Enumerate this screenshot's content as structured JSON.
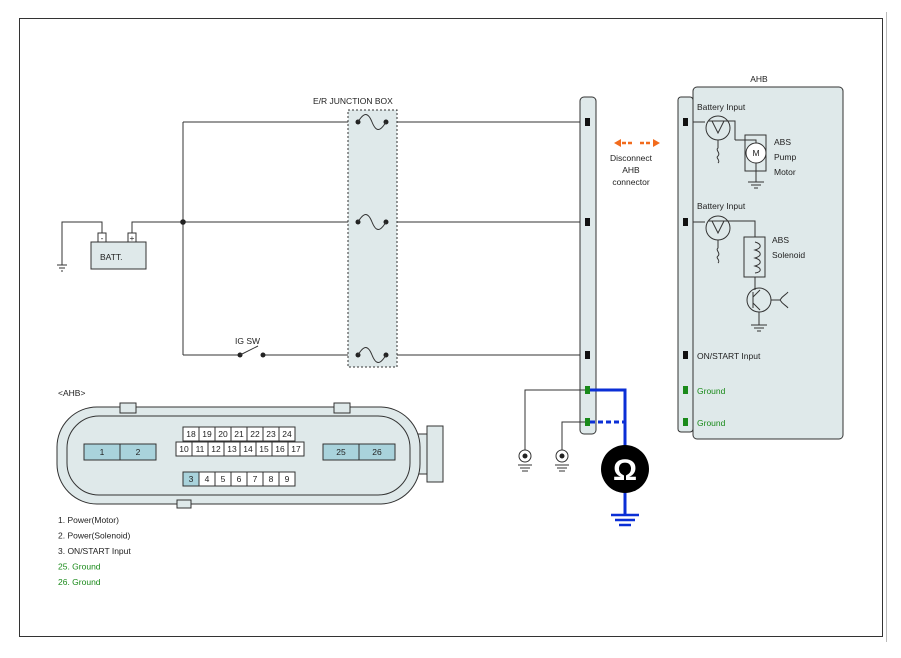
{
  "diagram": {
    "junction_box_label": "E/R JUNCTION BOX",
    "battery_label": "BATT.",
    "battery_neg": "-",
    "battery_pos": "+",
    "ig_sw_label": "IG SW",
    "disconnect_note": [
      "Disconnect",
      "AHB",
      "connector"
    ],
    "ahb_box": {
      "title": "AHB",
      "battery_input_1": "Battery Input",
      "battery_input_2": "Battery Input",
      "abs_pump_motor": [
        "ABS",
        "Pump",
        "Motor"
      ],
      "motor_symbol": "M",
      "abs_solenoid": [
        "ABS",
        "Solenoid"
      ],
      "on_start_input": "ON/START Input",
      "ground_1": "Ground",
      "ground_2": "Ground"
    },
    "ohm_symbol": "Ω",
    "colors": {
      "accent_orange": "#f26b1d",
      "probe_blue": "#0b2fd6",
      "ground_green": "#1a8a1a",
      "panel_fill": "#dfe9ea"
    }
  },
  "connector": {
    "title": "<AHB>",
    "top_row": [
      "18",
      "19",
      "20",
      "21",
      "22",
      "23",
      "24"
    ],
    "mid_row": [
      "10",
      "11",
      "12",
      "13",
      "14",
      "15",
      "16",
      "17"
    ],
    "bottom_row": [
      "3",
      "4",
      "5",
      "6",
      "7",
      "8",
      "9"
    ],
    "left_pins": [
      "1",
      "2"
    ],
    "right_pins": [
      "25",
      "26"
    ],
    "legend": [
      {
        "text": "1. Power(Motor)",
        "color": "#222222"
      },
      {
        "text": "2. Power(Solenoid)",
        "color": "#222222"
      },
      {
        "text": "3.  ON/START Input",
        "color": "#222222"
      },
      {
        "text": "25. Ground",
        "color": "#1a8a1a"
      },
      {
        "text": "26. Ground",
        "color": "#1a8a1a"
      }
    ]
  }
}
